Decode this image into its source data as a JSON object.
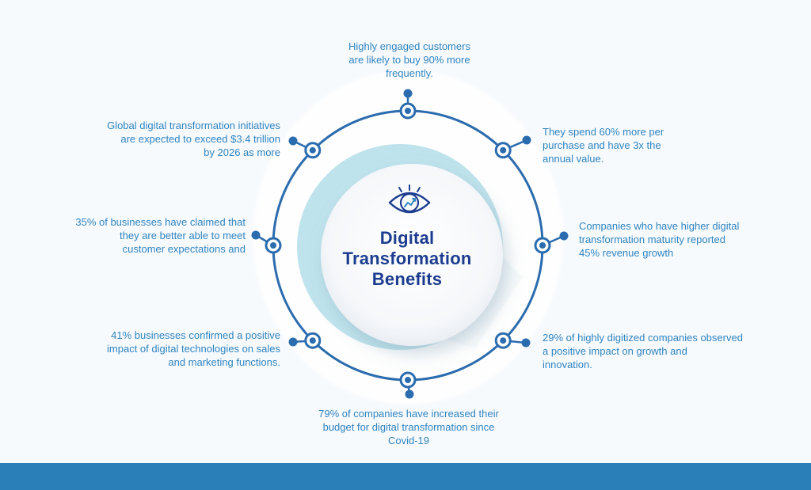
{
  "title": {
    "line1": "Digital",
    "line2": "Transformation",
    "line3": "Benefits"
  },
  "benefits": [
    {
      "lines": [
        "Highly engaged customers",
        "are likely to buy 90% more",
        "frequently."
      ]
    },
    {
      "lines": [
        "They spend 60% more per",
        "purchase and have 3x the",
        "annual value."
      ]
    },
    {
      "lines": [
        "Companies who have higher digital",
        "transformation maturity reported",
        "45% revenue growth"
      ]
    },
    {
      "lines": [
        "29% of highly digitized companies observed",
        "a positive impact on growth and",
        "innovation."
      ]
    },
    {
      "lines": [
        "79% of companies have increased their",
        "budget for digital transformation since",
        "Covid-19"
      ]
    },
    {
      "lines": [
        "41% businesses confirmed a positive",
        "impact of digital technologies on sales",
        "and marketing functions."
      ]
    },
    {
      "lines": [
        "35% of businesses have claimed that",
        "they are better able to meet",
        "customer expectations and"
      ]
    },
    {
      "lines": [
        "Global digital transformation initiatives",
        "are expected to exceed $3.4 trillion",
        "by 2026 as more"
      ]
    }
  ],
  "colors": {
    "ring": "#2b6cae",
    "node_fill": "#ffffff",
    "node_dot": "#2b6cae",
    "halo": "#b9dfe9",
    "text": "#2f84c0",
    "title": "#1c3d8f",
    "footer": "#2b7fb9",
    "icon": "#1c3d8f"
  },
  "icon": "eye-chart-icon"
}
